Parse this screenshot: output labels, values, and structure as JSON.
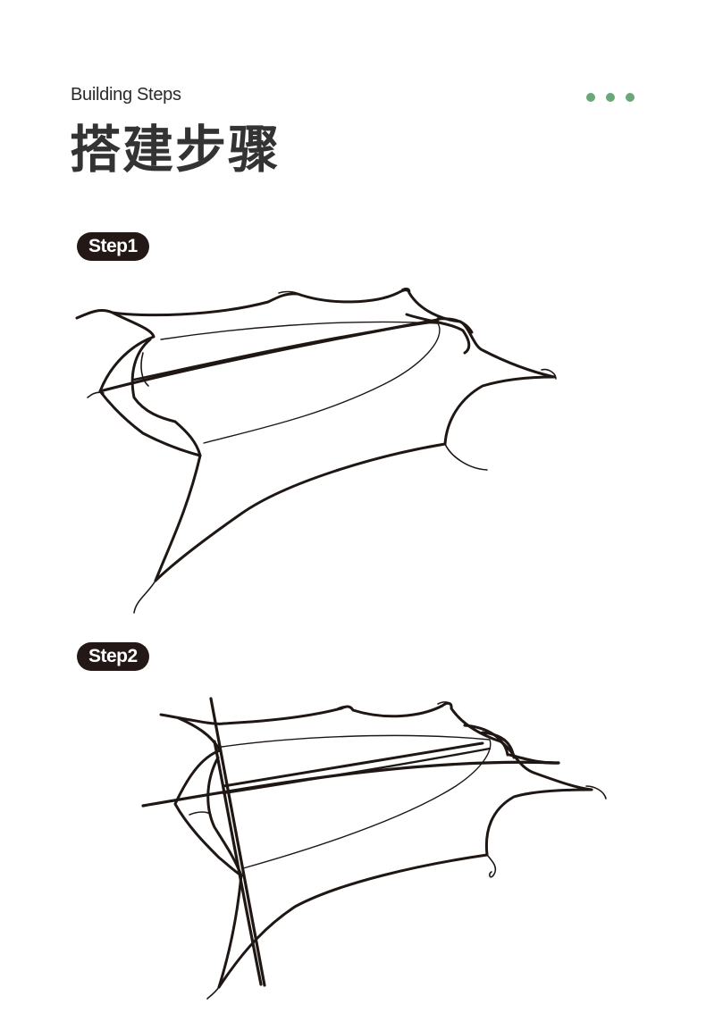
{
  "header": {
    "subtitle": "Building Steps",
    "title": "搭建步骤",
    "dots_color": "#6aa87a"
  },
  "steps": [
    {
      "label": "Step1",
      "illustration": "awning-outline-sketch"
    },
    {
      "label": "Step2",
      "illustration": "awning-with-poles-sketch"
    }
  ],
  "colors": {
    "badge_background": "#231815",
    "line": "#1f1714"
  }
}
